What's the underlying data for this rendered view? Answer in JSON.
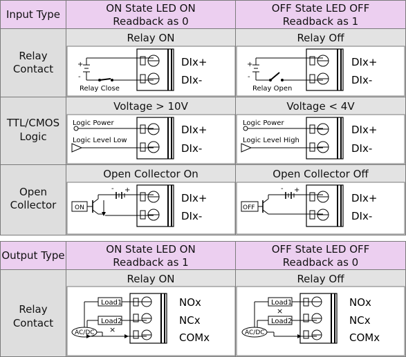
{
  "input": {
    "header": {
      "type_label": "Input Type",
      "on_line1": "ON State LED ON",
      "on_line2": "Readback as 0",
      "off_line1": "OFF State LED OFF",
      "off_line2": "Readback as 1"
    },
    "rows": [
      {
        "label_line1": "Relay",
        "label_line2": "Contact",
        "on_title": "Relay ON",
        "off_title": "Relay Off",
        "on_caption": "Relay Close",
        "off_caption": "Relay Open",
        "term1": "DIx+",
        "term2": "DIx-"
      },
      {
        "label_line1": "TTL/CMOS",
        "label_line2": "Logic",
        "on_title": "Voltage > 10V",
        "off_title": "Voltage < 4V",
        "power_label": "Logic Power",
        "on_level": "Logic Level Low",
        "off_level": "Logic Level High",
        "term1": "DIx+",
        "term2": "DIx-"
      },
      {
        "label_line1": "Open",
        "label_line2": "Collector",
        "on_title": "Open Collector On",
        "off_title": "Open Collector Off",
        "on_box": "ON",
        "off_box": "OFF",
        "term1": "DIx+",
        "term2": "DIx-"
      }
    ]
  },
  "output": {
    "header": {
      "type_label": "Output Type",
      "on_line1": "ON State LED ON",
      "on_line2": "Readback as 1",
      "off_line1": "OFF State LED OFF",
      "off_line2": "Readback as 0"
    },
    "row": {
      "label_line1": "Relay",
      "label_line2": "Contact",
      "on_title": "Relay ON",
      "off_title": "Relay Off",
      "load1": "Load1",
      "load2": "Load2",
      "source": "AC/DC",
      "term1": "NOx",
      "term2": "NCx",
      "term3": "COMx"
    }
  },
  "symbols": {
    "plus": "+",
    "minus": "-",
    "cross": "×"
  }
}
